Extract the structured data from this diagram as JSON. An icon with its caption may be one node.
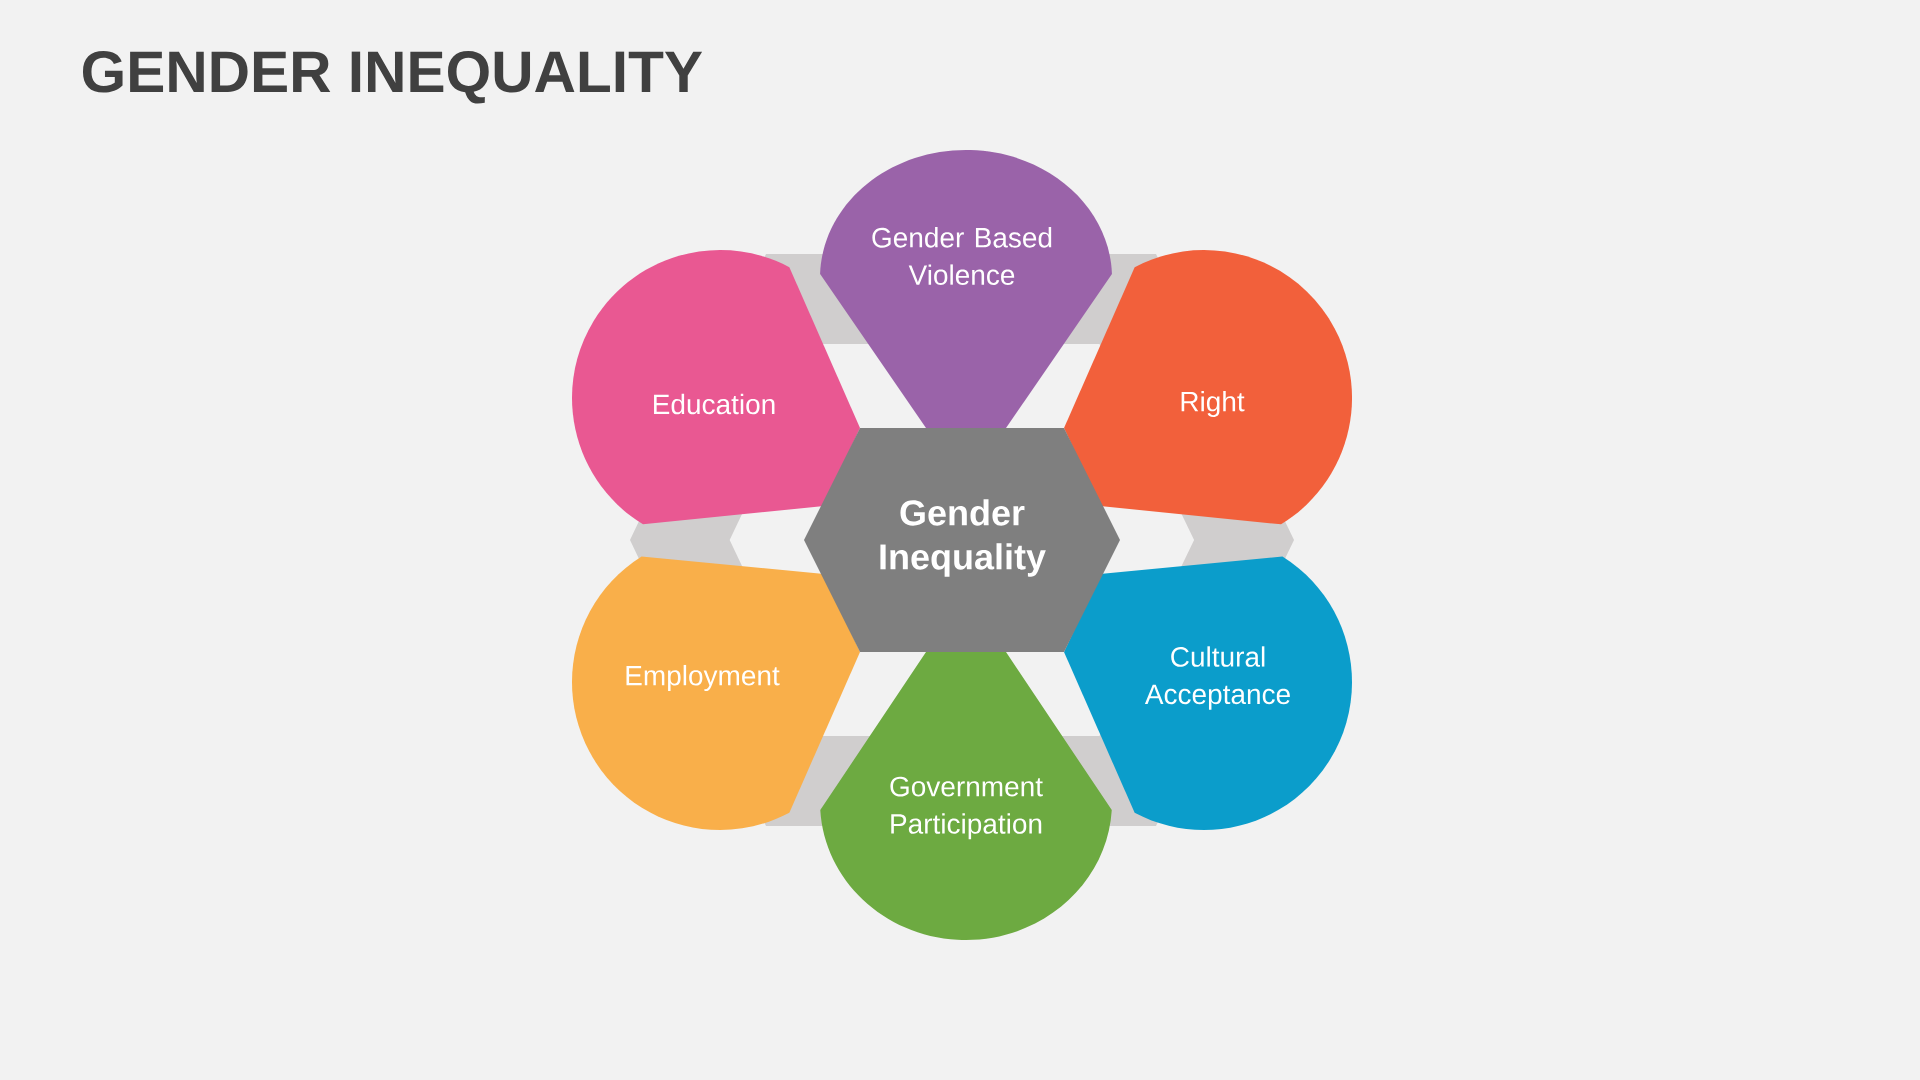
{
  "diagram": {
    "title": "GENDER INEQUALITY",
    "nodes": [
      {
        "text": [
          "Gender Inequality"
        ]
      },
      {
        "text": [
          "Gender Based Violence"
        ]
      },
      {
        "text": [
          "Right"
        ]
      },
      {
        "text": [
          "Cultural Acceptance"
        ]
      },
      {
        "text": [
          "Government Participation"
        ]
      },
      {
        "text": [
          "Employment"
        ]
      },
      {
        "text": [
          "Education"
        ]
      }
    ]
  }
}
